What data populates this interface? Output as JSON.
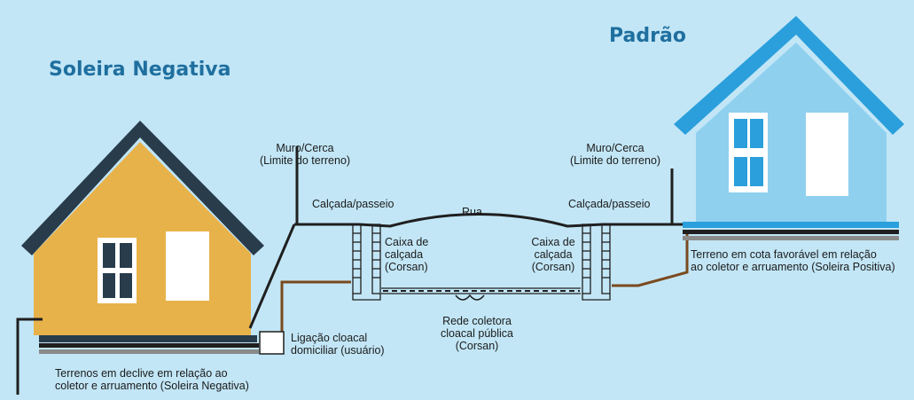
{
  "titles": {
    "left": "Soleira Negativa",
    "right": "Padrão"
  },
  "labels": {
    "muro_left": [
      "Muro/Cerca",
      "(Limite do terreno)"
    ],
    "muro_right": [
      "Muro/Cerca",
      "(Limite do terreno)"
    ],
    "calcada_left": "Calçada/passeio",
    "calcada_right": "Calçada/passeio",
    "rua": "Rua",
    "caixa_left": [
      "Caixa de",
      "calçada",
      "(Corsan)"
    ],
    "caixa_right": [
      "Caixa de",
      "calçada",
      "(Corsan)"
    ],
    "rede": [
      "Rede coletora",
      "cloacal pública",
      "(Corsan)"
    ],
    "ligacao": [
      "Ligação cloacal",
      "domiciliar (usuário)"
    ],
    "terreno_left": [
      "Terrenos em declive em relação ao",
      "coletor e arruamento (Soleira Negativa)"
    ],
    "terreno_right": [
      "Terreno em cota favorável em relação",
      "ao coletor e arruamento (Soleira Positiva)"
    ]
  },
  "colors": {
    "background": "#c2e6f6",
    "title": "#1f6f9f",
    "house_left_wall": "#e8b24a",
    "house_left_roof": "#283c4c",
    "house_right_wall": "#8fd0ef",
    "house_right_roof": "#2a9fdc",
    "pipe": "#7a4a1e",
    "ground": "#1f1f1f"
  }
}
